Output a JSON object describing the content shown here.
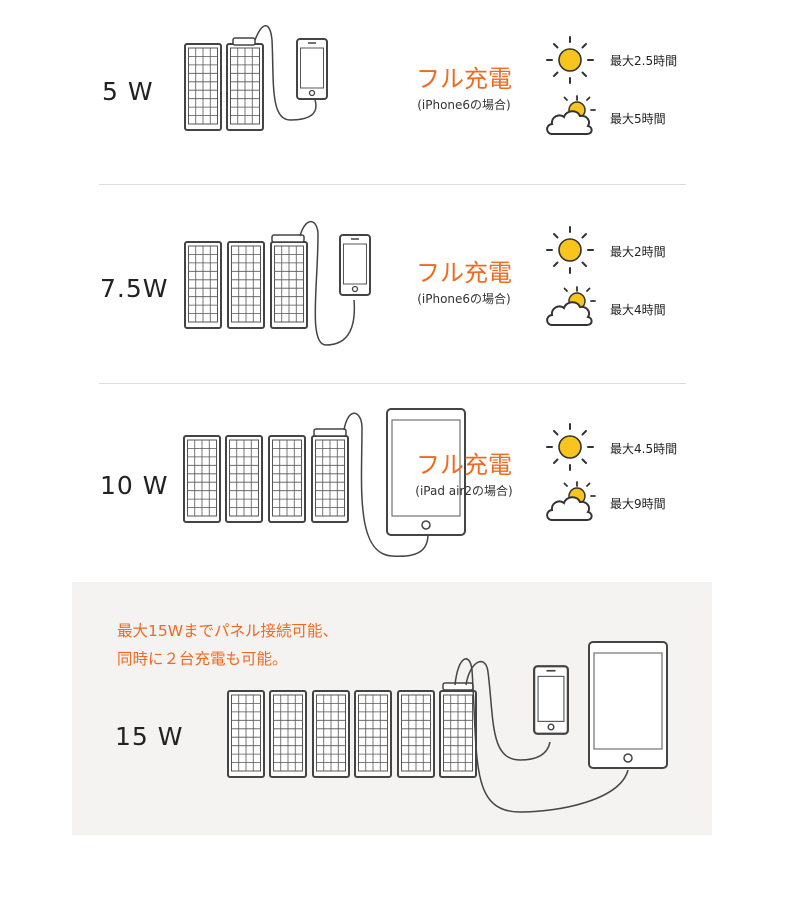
{
  "rows": [
    {
      "watt": "5 W",
      "charge_title": "フル充電",
      "charge_sub": "(iPhone6の場合)",
      "sunny_time": "最大2.5時間",
      "cloudy_time": "最大5時間"
    },
    {
      "watt": "7.5W",
      "charge_title": "フル充電",
      "charge_sub": "(iPhone6の場合)",
      "sunny_time": "最大2時間",
      "cloudy_time": "最大4時間"
    },
    {
      "watt": "10 W",
      "charge_title": "フル充電",
      "charge_sub": "(iPad air2の場合)",
      "sunny_time": "最大4.5時間",
      "cloudy_time": "最大9時間"
    }
  ],
  "expansion": {
    "watt": "15 W",
    "note_line1": "最大15Wまでパネル接続可能、",
    "note_line2": "同時に２台充電も可能。"
  },
  "colors": {
    "accent": "#f06a1f",
    "sun": "#f7c51e",
    "line": "#444444",
    "panel_bg": "#f4f3f1"
  },
  "icons": [
    "sun-icon",
    "cloud-sun-icon"
  ]
}
